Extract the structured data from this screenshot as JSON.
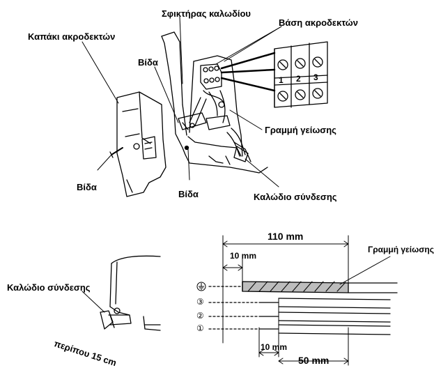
{
  "top_diagram": {
    "cable_clamp": "Σφικτήρας καλωδίου",
    "terminal_base": "Βάση ακροδεκτών",
    "terminal_cover": "Καπάκι ακροδεκτών",
    "screw_upper": "Βίδα",
    "screw_left": "Βίδα",
    "screw_middle": "Βίδα",
    "earth_line": "Γραμμή γείωσης",
    "connection_cable": "Καλώδιο σύνδεσης",
    "terminal_numbers": [
      "1",
      "2",
      "3"
    ]
  },
  "bottom_left": {
    "connection_cable": "Καλώδιο σύνδεσης",
    "length_note": "περίπου 15 cm"
  },
  "bottom_right": {
    "total_length": "110 mm",
    "strip_length_top": "10 mm",
    "earth_line": "Γραμμή γείωσης",
    "strip_length_bottom": "10 mm",
    "sheath_strip": "50 mm",
    "wire_markers": [
      "⏚",
      "③",
      "②",
      "①"
    ]
  }
}
